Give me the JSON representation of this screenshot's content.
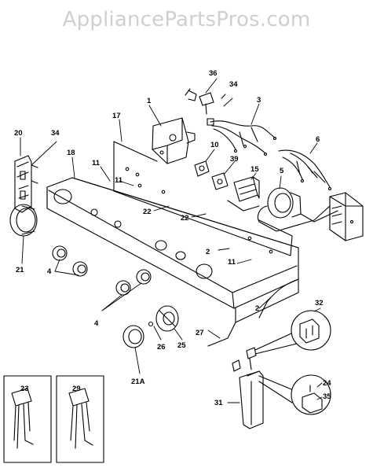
{
  "watermark": "AppliancePartsPros.com",
  "callouts": {
    "c1": "1",
    "c2a": "2",
    "c2b": "2",
    "c3": "3",
    "c4a": "4",
    "c4b": "4",
    "c5": "5",
    "c6": "6",
    "c10": "10",
    "c11a": "11",
    "c11b": "11",
    "c11c": "11",
    "c15": "15",
    "c17": "17",
    "c18": "18",
    "c20": "20",
    "c21": "21",
    "c21a": "21A",
    "c22a": "22",
    "c22b": "22",
    "c23": "23",
    "c24": "24",
    "c25": "25",
    "c26": "26",
    "c27": "27",
    "c29": "29",
    "c31": "31",
    "c32": "32",
    "c34a": "34",
    "c34b": "34",
    "c35": "35",
    "c36": "36",
    "c39": "39"
  }
}
